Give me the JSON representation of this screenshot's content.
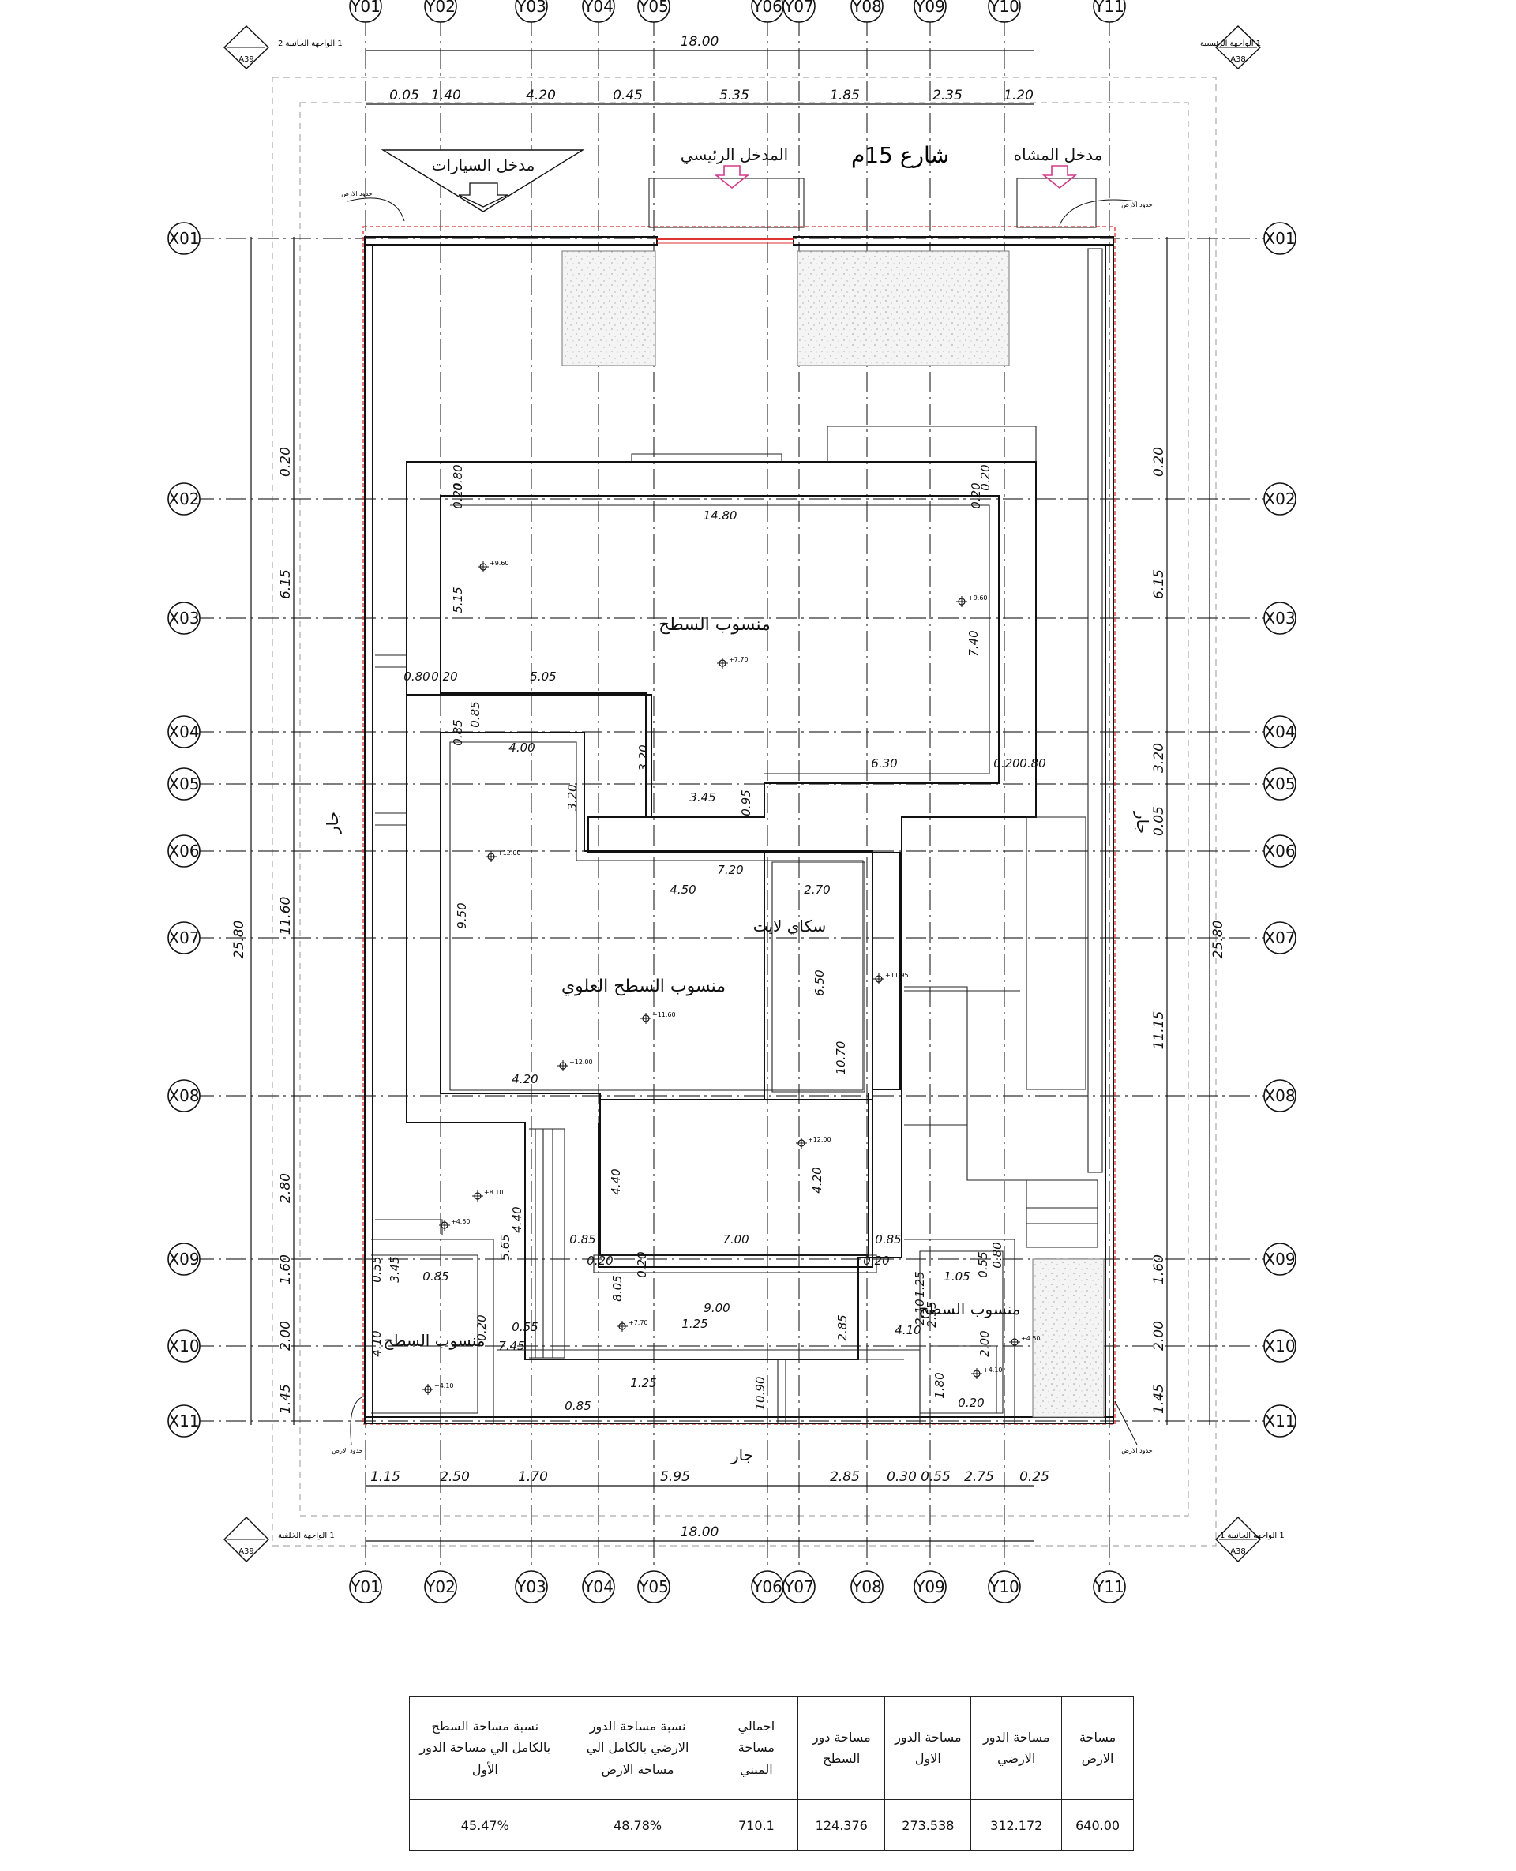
{
  "grid": {
    "y_axes": [
      "Y01",
      "Y02",
      "Y03",
      "Y04",
      "Y05",
      "Y06",
      "Y07",
      "Y08",
      "Y09",
      "Y10",
      "Y11"
    ],
    "x_axes": [
      "X01",
      "X02",
      "X03",
      "X04",
      "X05",
      "X06",
      "X07",
      "X08",
      "X09",
      "X10",
      "X11"
    ]
  },
  "dims": {
    "top_overall": "18.00",
    "bottom_overall": "18.00",
    "top_chain": [
      "0.05",
      "1.40",
      "4.20",
      "0.45",
      "5.35",
      "1.85",
      "2.35",
      "1.20"
    ],
    "bottom_chain": [
      "1.15",
      "2.50",
      "1.70",
      "5.95",
      "2.85",
      "0.30",
      "0.55",
      "2.75",
      "0.25"
    ],
    "left_chain": [
      "0.20",
      "6.15",
      "11.60",
      "2.80",
      "1.60",
      "2.00",
      "1.45"
    ],
    "right_chain": [
      "0.20",
      "6.15",
      "3.20",
      "0.05",
      "11.15",
      "1.60",
      "2.00",
      "1.45"
    ],
    "left_overall": "25.80",
    "right_overall": "25.80",
    "inner": [
      "14.80",
      "5.15",
      "7.40",
      "0.80",
      "0.20",
      "5.05",
      "0.85",
      "4.00",
      "3.20",
      "3.20",
      "3.45",
      "0.95",
      "6.30",
      "0.20",
      "0.80",
      "7.20",
      "4.50",
      "2.70",
      "9.50",
      "6.50",
      "10.70",
      "4.20",
      "4.40",
      "4.20",
      "4.40",
      "5.65",
      "0.85",
      "7.00",
      "0.85",
      "0.20",
      "0.20",
      "0.20",
      "0.55",
      "3.45",
      "0.85",
      "8.05",
      "9.00",
      "1.25",
      "2.85",
      "0.20",
      "0.55",
      "7.45",
      "1.25",
      "10.90",
      "0.85",
      "1.25",
      "2.10",
      "2.55",
      "1.05",
      "4.10",
      "4.10",
      "2.00",
      "1.80",
      "0.20",
      "0.55",
      "0.80",
      "0.20",
      "0.20",
      "0.80",
      "0.20",
      "0.85"
    ]
  },
  "labels": {
    "street": "شارع 15م",
    "main_entrance": "المدخل الرئيسي",
    "car_entrance": "مدخل السيارات",
    "pedestrian_entrance": "مدخل المشاه",
    "roof_level": "منسوب السطح",
    "upper_roof_level": "منسوب السطح العلوي",
    "skylight": "سكاي لايت",
    "roof_level_small_left": "منسوب السطح",
    "roof_level_small_right": "منسوب السطح",
    "neighbor_left": "جار",
    "neighbor_right": "جار",
    "neighbor_bottom": "جار",
    "land_limit": "حدود الارض"
  },
  "section_marks": {
    "top_left": {
      "ref": "A39",
      "text": "1 الواجهة الجانبية 2"
    },
    "top_right": {
      "ref": "A38",
      "text": "1 الواجهة الرئيسية"
    },
    "bottom_left": {
      "ref": "A39",
      "text": "1 الواجهة الخلفية"
    },
    "bottom_right": {
      "ref": "A38",
      "text": "1 الواجهة الجانبية 1"
    }
  },
  "levels": [
    "+9.60",
    "+9.60",
    "+7.70",
    "+12.00",
    "+11.60",
    "+11.95",
    "+12.00",
    "+12.00",
    "+8.10",
    "+4.50",
    "+7.70",
    "+4.10",
    "+4.50",
    "+4.10"
  ],
  "area_table": {
    "headers": [
      "مساحة الارض",
      "مساحة الدور الارضي",
      "مساحة الدور الاول",
      "مساحة دور السطح",
      "اجمالي مساحة المبني",
      "نسبة مساحة الدور الارضي بالكامل الي مساحة الارض",
      "نسبة مساحة السطح بالكامل الي مساحة الدور الأول"
    ],
    "values": [
      "640.00",
      "312.172",
      "273.538",
      "124.376",
      "710.1",
      "48.78%",
      "45.47%"
    ]
  }
}
